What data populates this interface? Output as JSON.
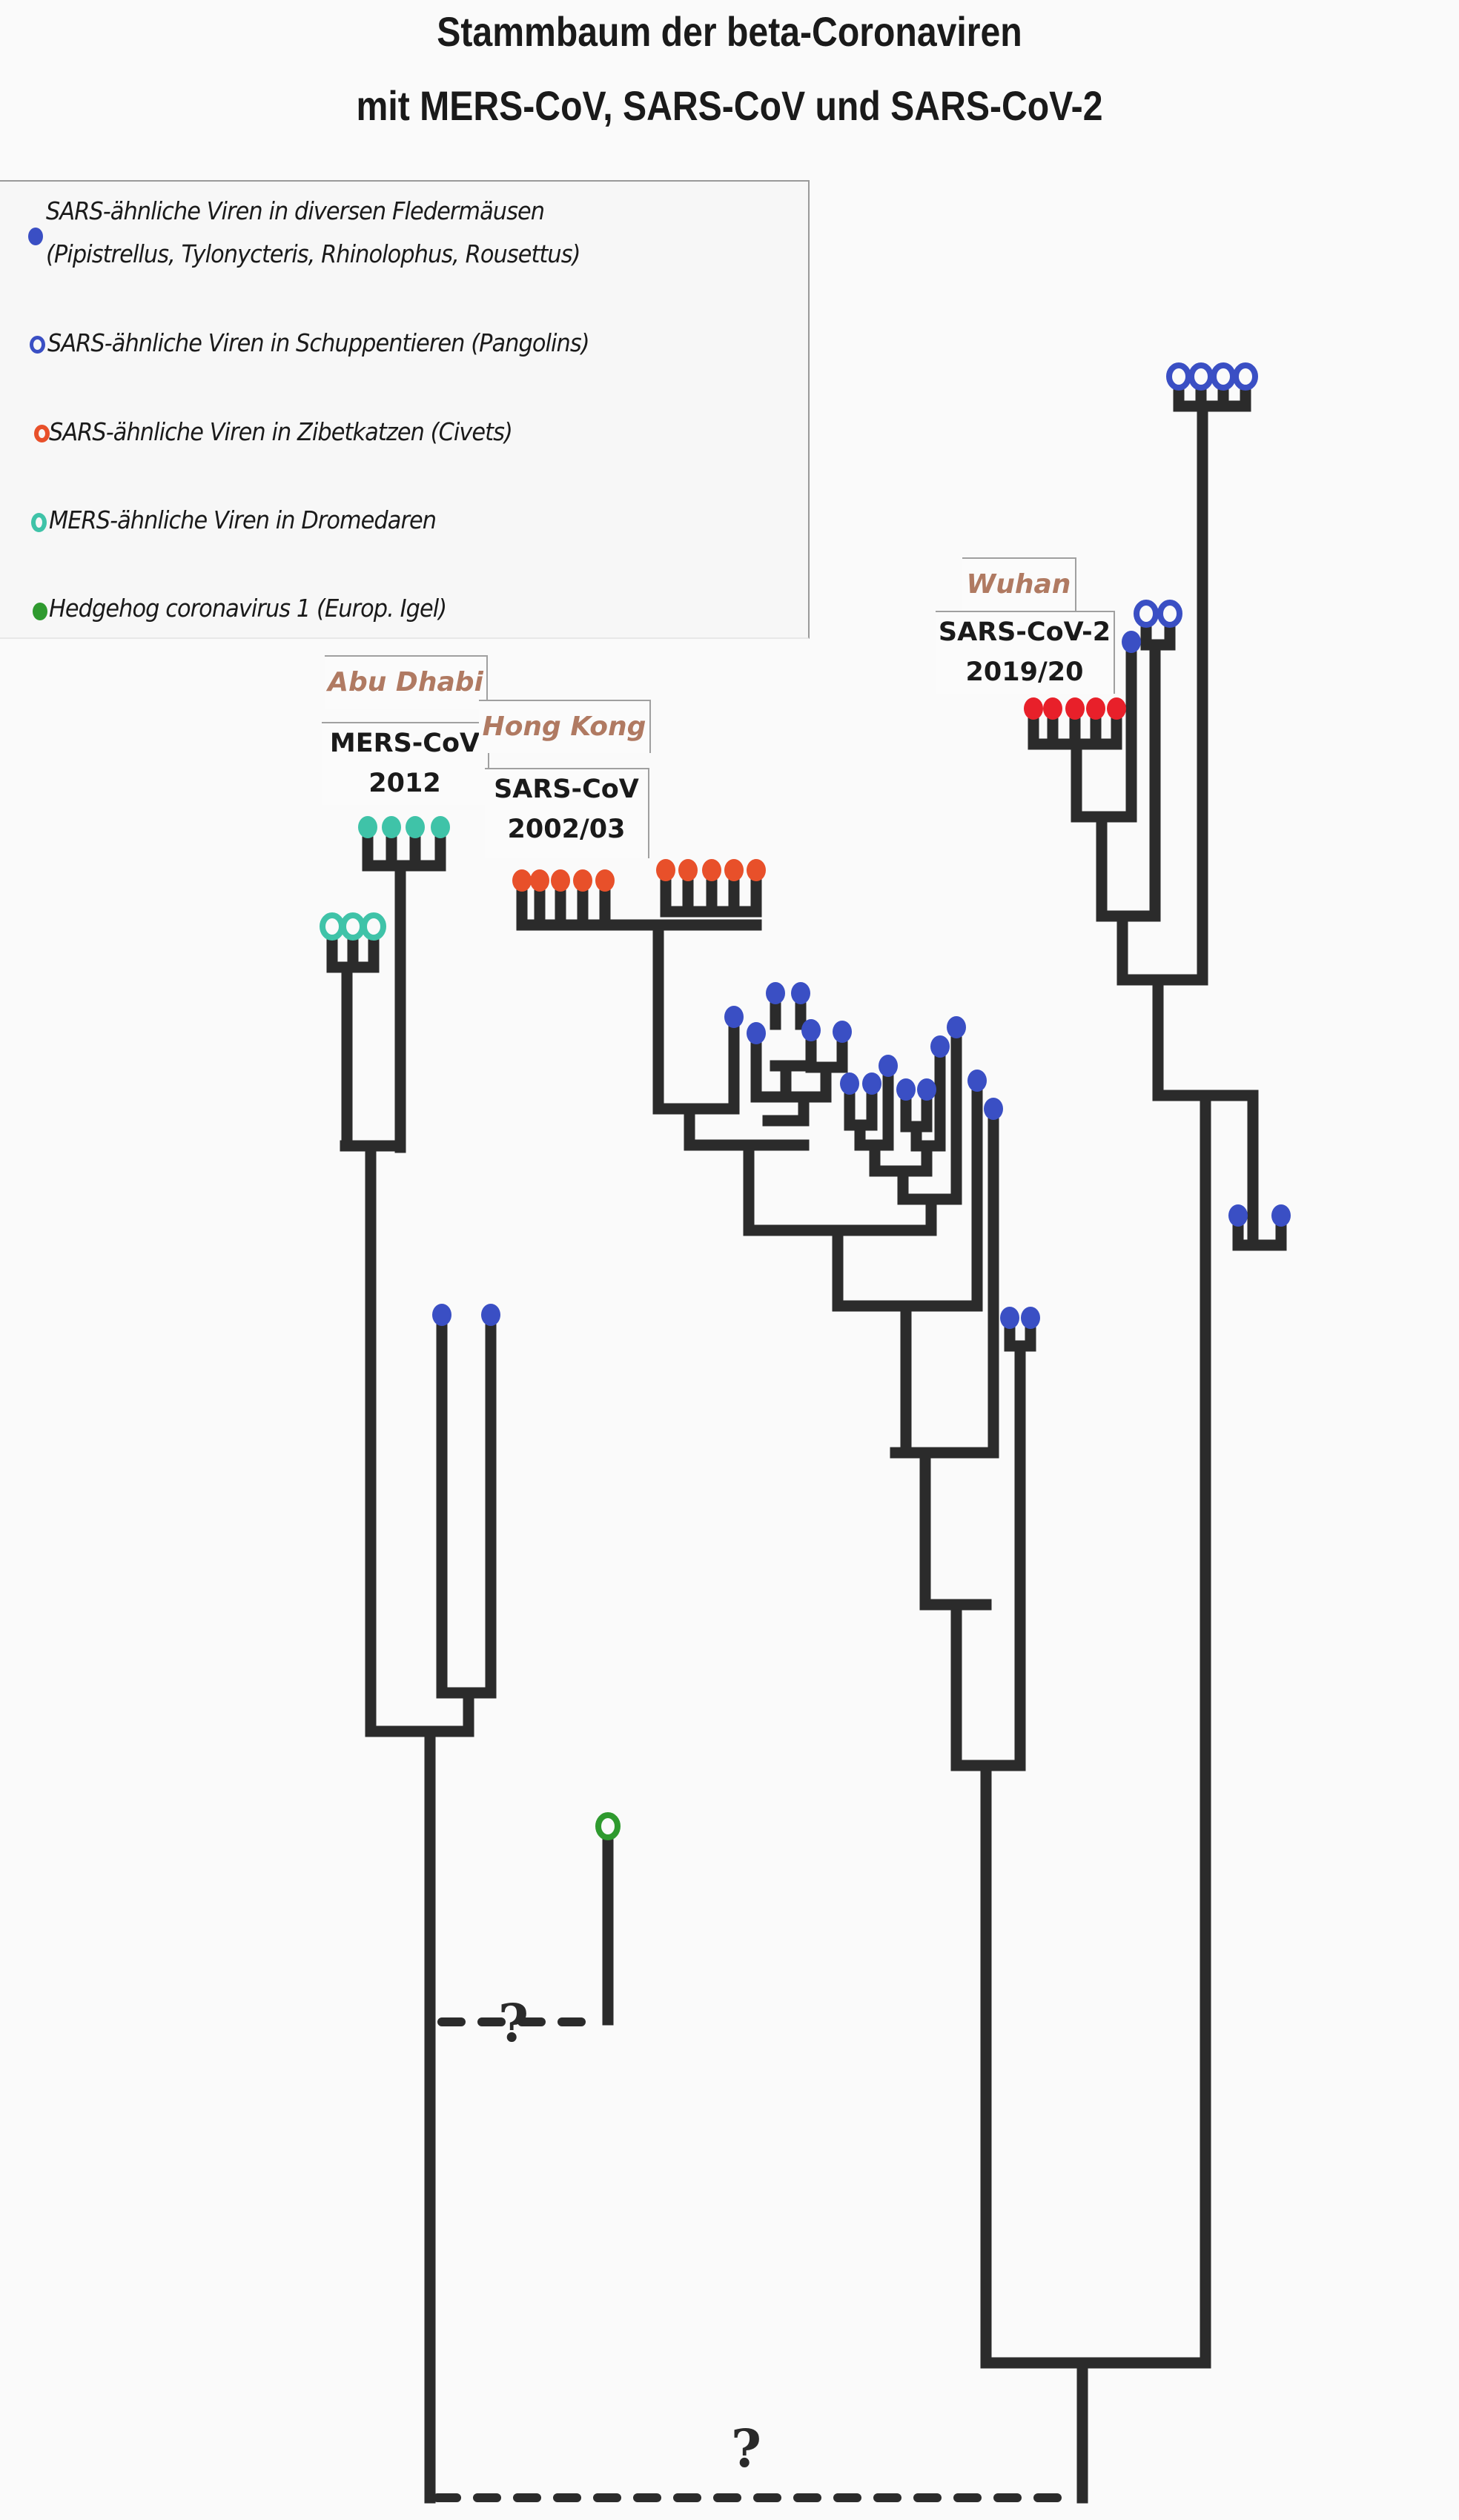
{
  "title": {
    "line1": "Stammbaum der beta-Coronaviren",
    "line2": "mit MERS-CoV, SARS-CoV und SARS-CoV-2"
  },
  "legend": {
    "items": [
      {
        "text": "SARS-ähnliche Viren in diversen Fledermäusen",
        "text2": "(Pipistrellus, Tylonycteris, Rhinolophus, Rousettus)",
        "marker": "filled-dot",
        "color": "#3a4fc4"
      },
      {
        "text": "SARS-ähnliche Viren in Schuppentieren (Pangolins)",
        "marker": "ring",
        "color": "#3a4fc4"
      },
      {
        "text": "SARS-ähnliche Viren in Zibetkatzen (Civets)",
        "marker": "ring",
        "color": "#e8502a"
      },
      {
        "text": "MERS-ähnliche Viren in Dromedaren",
        "marker": "ring",
        "color": "#3fc3a8"
      },
      {
        "text": "Hedgehog coronavirus 1 (Europ. Igel)",
        "marker": "ring",
        "color": "#2f9a2f"
      }
    ]
  },
  "labels": {
    "mers": {
      "place": "Abu Dhabi",
      "virus": "MERS-CoV",
      "year": "2012"
    },
    "sars": {
      "place": "Hong Kong",
      "virus": "SARS-CoV",
      "year": "2002/03"
    },
    "sars2": {
      "place": "Wuhan",
      "virus": "SARS-CoV-2",
      "year": "2019/20"
    }
  },
  "uncertain_link_symbol": "?",
  "colors": {
    "branch": "#2b2b2b",
    "bat": "#3a4fc4",
    "pangolin": "#3a4fc4",
    "civet": "#e8502a",
    "human_sars2": "#e8202a",
    "camel": "#3fc3a8",
    "hedgehog": "#2f9a2f",
    "place_text": "#b07a62"
  }
}
